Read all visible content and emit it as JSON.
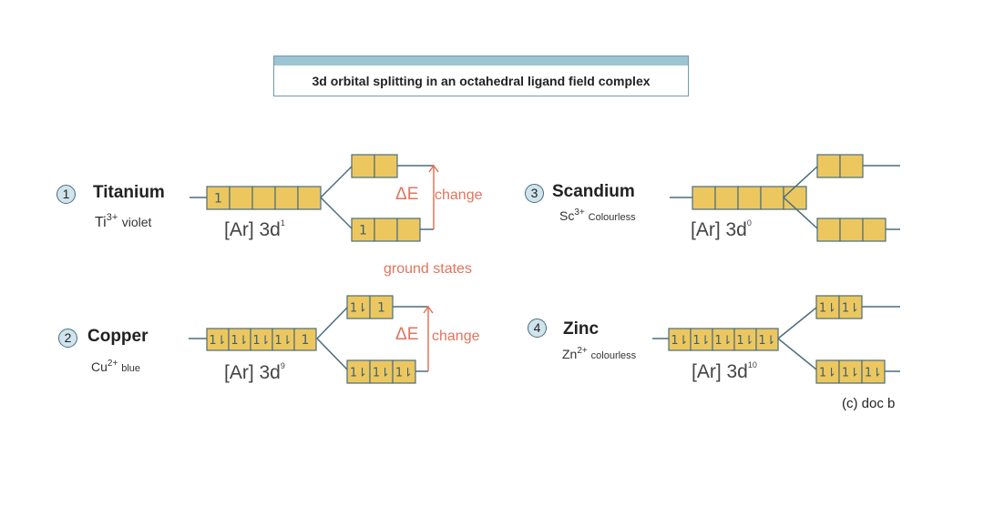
{
  "title": "3d orbital splitting in an octahedral ligand field complex",
  "ground_states_label": "ground states",
  "copyright": "(c) doc b",
  "colors": {
    "box_fill": "#ecc760",
    "box_stroke": "#4a6d7c",
    "accent": "#e0755c",
    "header_bar": "#9cc4d2"
  },
  "delta_symbol": "ΔE",
  "change_label": "change",
  "panels": [
    {
      "number": "1",
      "name": "Titanium",
      "ion": "Ti",
      "charge": "3+",
      "colour": "violet",
      "config_base": "[Ar] 3d",
      "config_sup": "1",
      "degenerate": [
        "1",
        "",
        "",
        "",
        ""
      ],
      "upper": [
        "",
        ""
      ],
      "lower": [
        "1",
        "",
        ""
      ],
      "shows_delta": true
    },
    {
      "number": "2",
      "name": "Copper",
      "ion": "Cu",
      "charge": "2+",
      "colour": "blue",
      "config_base": "[Ar] 3d",
      "config_sup": "9",
      "degenerate": [
        "1L",
        "1L",
        "1L",
        "1L",
        "1"
      ],
      "upper": [
        "1L",
        "1"
      ],
      "lower": [
        "1L",
        "1L",
        "1L"
      ],
      "shows_delta": true
    },
    {
      "number": "3",
      "name": "Scandium",
      "ion": "Sc",
      "charge": "3+",
      "colour": "Colourless",
      "config_base": "[Ar] 3d",
      "config_sup": "0",
      "degenerate": [
        "",
        "",
        "",
        "",
        ""
      ],
      "upper": [
        "",
        ""
      ],
      "lower": [
        "",
        "",
        ""
      ],
      "shows_delta": false
    },
    {
      "number": "4",
      "name": "Zinc",
      "ion": "Zn",
      "charge": "2+",
      "colour": "colourless",
      "config_base": "[Ar] 3d",
      "config_sup": "10",
      "degenerate": [
        "1L",
        "1L",
        "1L",
        "1L",
        "1L"
      ],
      "upper": [
        "1L",
        "1L"
      ],
      "lower": [
        "1L",
        "1L",
        "1L"
      ],
      "shows_delta": false
    }
  ]
}
